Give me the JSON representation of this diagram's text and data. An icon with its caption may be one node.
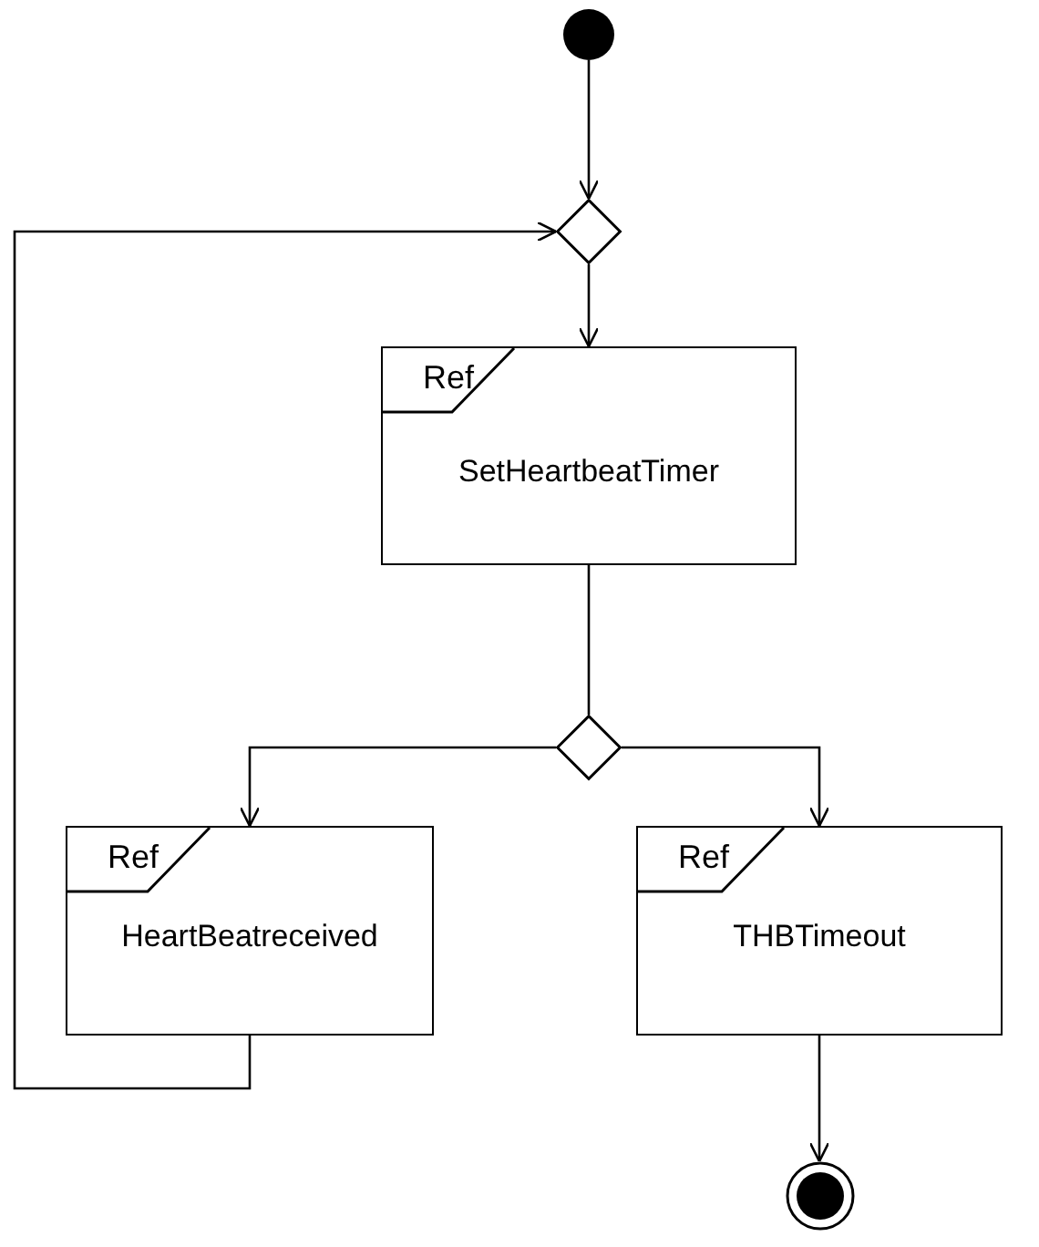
{
  "diagram": {
    "nodes": [
      {
        "text": [],
        "shape": "circle"
      },
      {
        "text": [],
        "shape": "diamond"
      },
      {
        "text": [
          "Ref",
          "SetHeartbeatTimer"
        ]
      },
      {
        "text": [],
        "shape": "diamond"
      },
      {
        "text": [
          "Ref",
          "HeartBeatreceived"
        ]
      },
      {
        "text": [
          "Ref",
          "THBTimeout"
        ]
      },
      {
        "text": [],
        "shape": "circle"
      }
    ],
    "edges": [
      {
        "from": 0,
        "to": 1,
        "arrow": "to"
      },
      {
        "from": 1,
        "to": 2,
        "arrow": "to"
      },
      {
        "from": 2,
        "to": 3,
        "arrow": "none"
      },
      {
        "from": 3,
        "to": 4,
        "arrow": "to"
      },
      {
        "from": 3,
        "to": 5,
        "arrow": "to"
      },
      {
        "from": 5,
        "to": 6,
        "arrow": "to"
      },
      {
        "from": 4,
        "to": 1,
        "arrow": "to"
      }
    ]
  }
}
